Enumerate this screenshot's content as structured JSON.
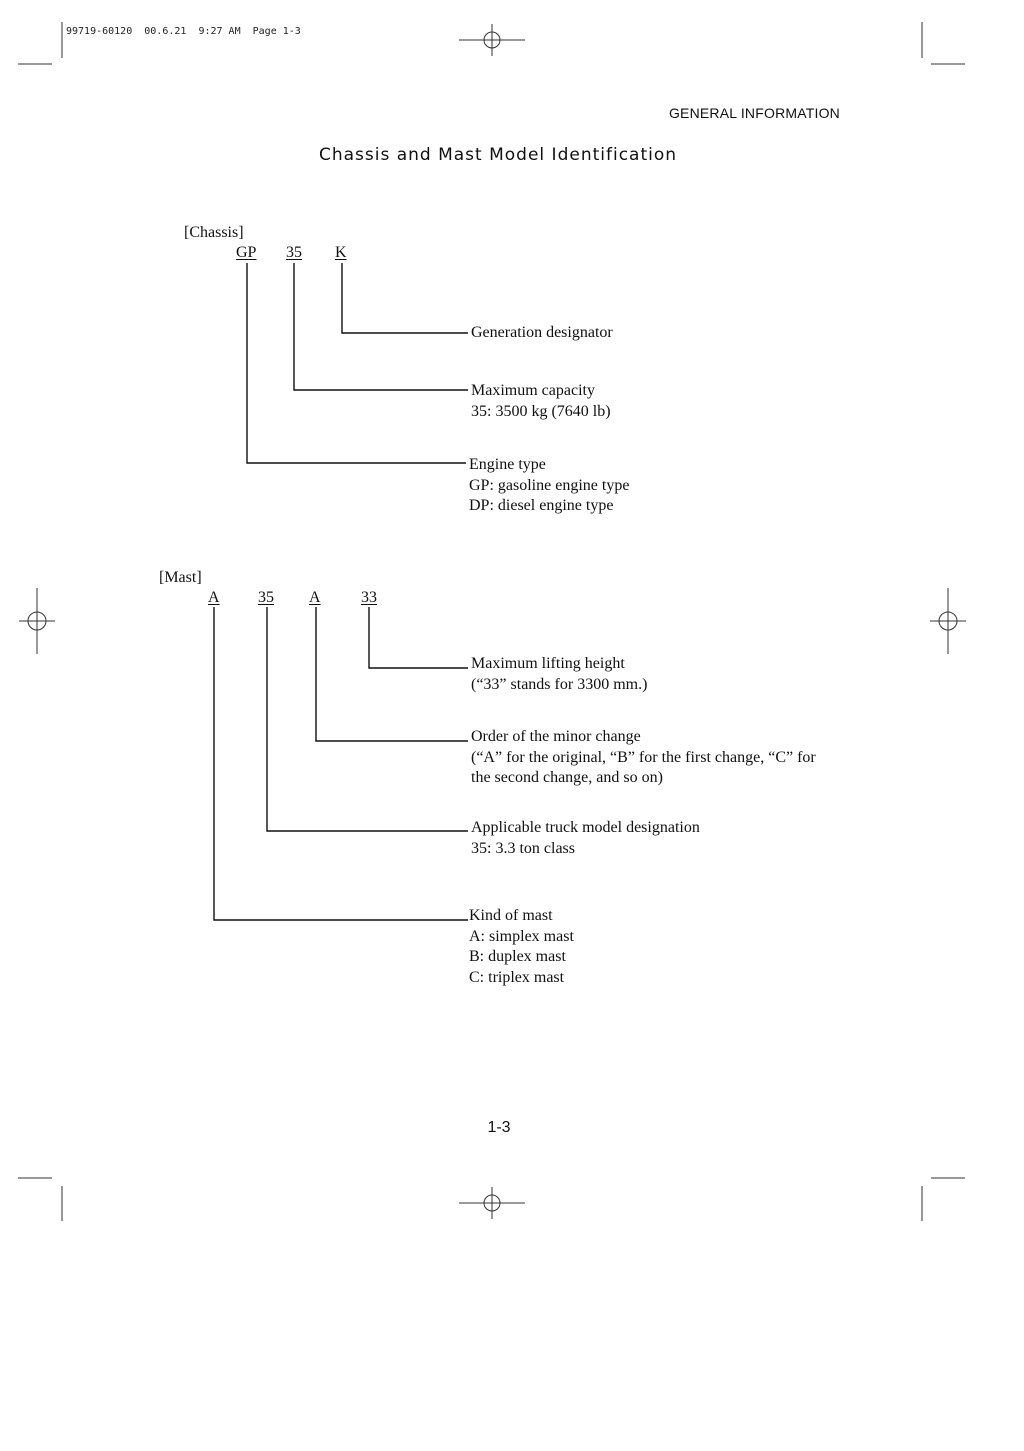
{
  "slug_line": "99719-60120  00.6.21  9:27 AM  Page 1-3",
  "section_header": "GENERAL INFORMATION",
  "title": "Chassis and Mast Model Identification",
  "chassis": {
    "heading": "[Chassis]",
    "codes": [
      "GP",
      "35",
      "K"
    ],
    "descriptions": [
      {
        "lines": [
          "Generation designator"
        ]
      },
      {
        "lines": [
          "Maximum capacity",
          "35: 3500 kg (7640 lb)"
        ]
      },
      {
        "lines": [
          "Engine type",
          "GP: gasoline engine type",
          "DP: diesel engine type"
        ]
      }
    ]
  },
  "mast": {
    "heading": "[Mast]",
    "codes": [
      "A",
      "35",
      "A",
      "33"
    ],
    "descriptions": [
      {
        "lines": [
          "Maximum lifting height",
          "(“33” stands for 3300 mm.)"
        ]
      },
      {
        "lines": [
          "Order of the minor change",
          "(“A” for the original, “B” for the first change, “C” for",
          "the second change, and so on)"
        ]
      },
      {
        "lines": [
          "Applicable truck model designation",
          "35: 3.3 ton class"
        ]
      },
      {
        "lines": [
          "Kind of mast",
          "A: simplex mast",
          "B: duplex mast",
          "C: triplex mast"
        ]
      }
    ]
  },
  "page_number": "1-3"
}
